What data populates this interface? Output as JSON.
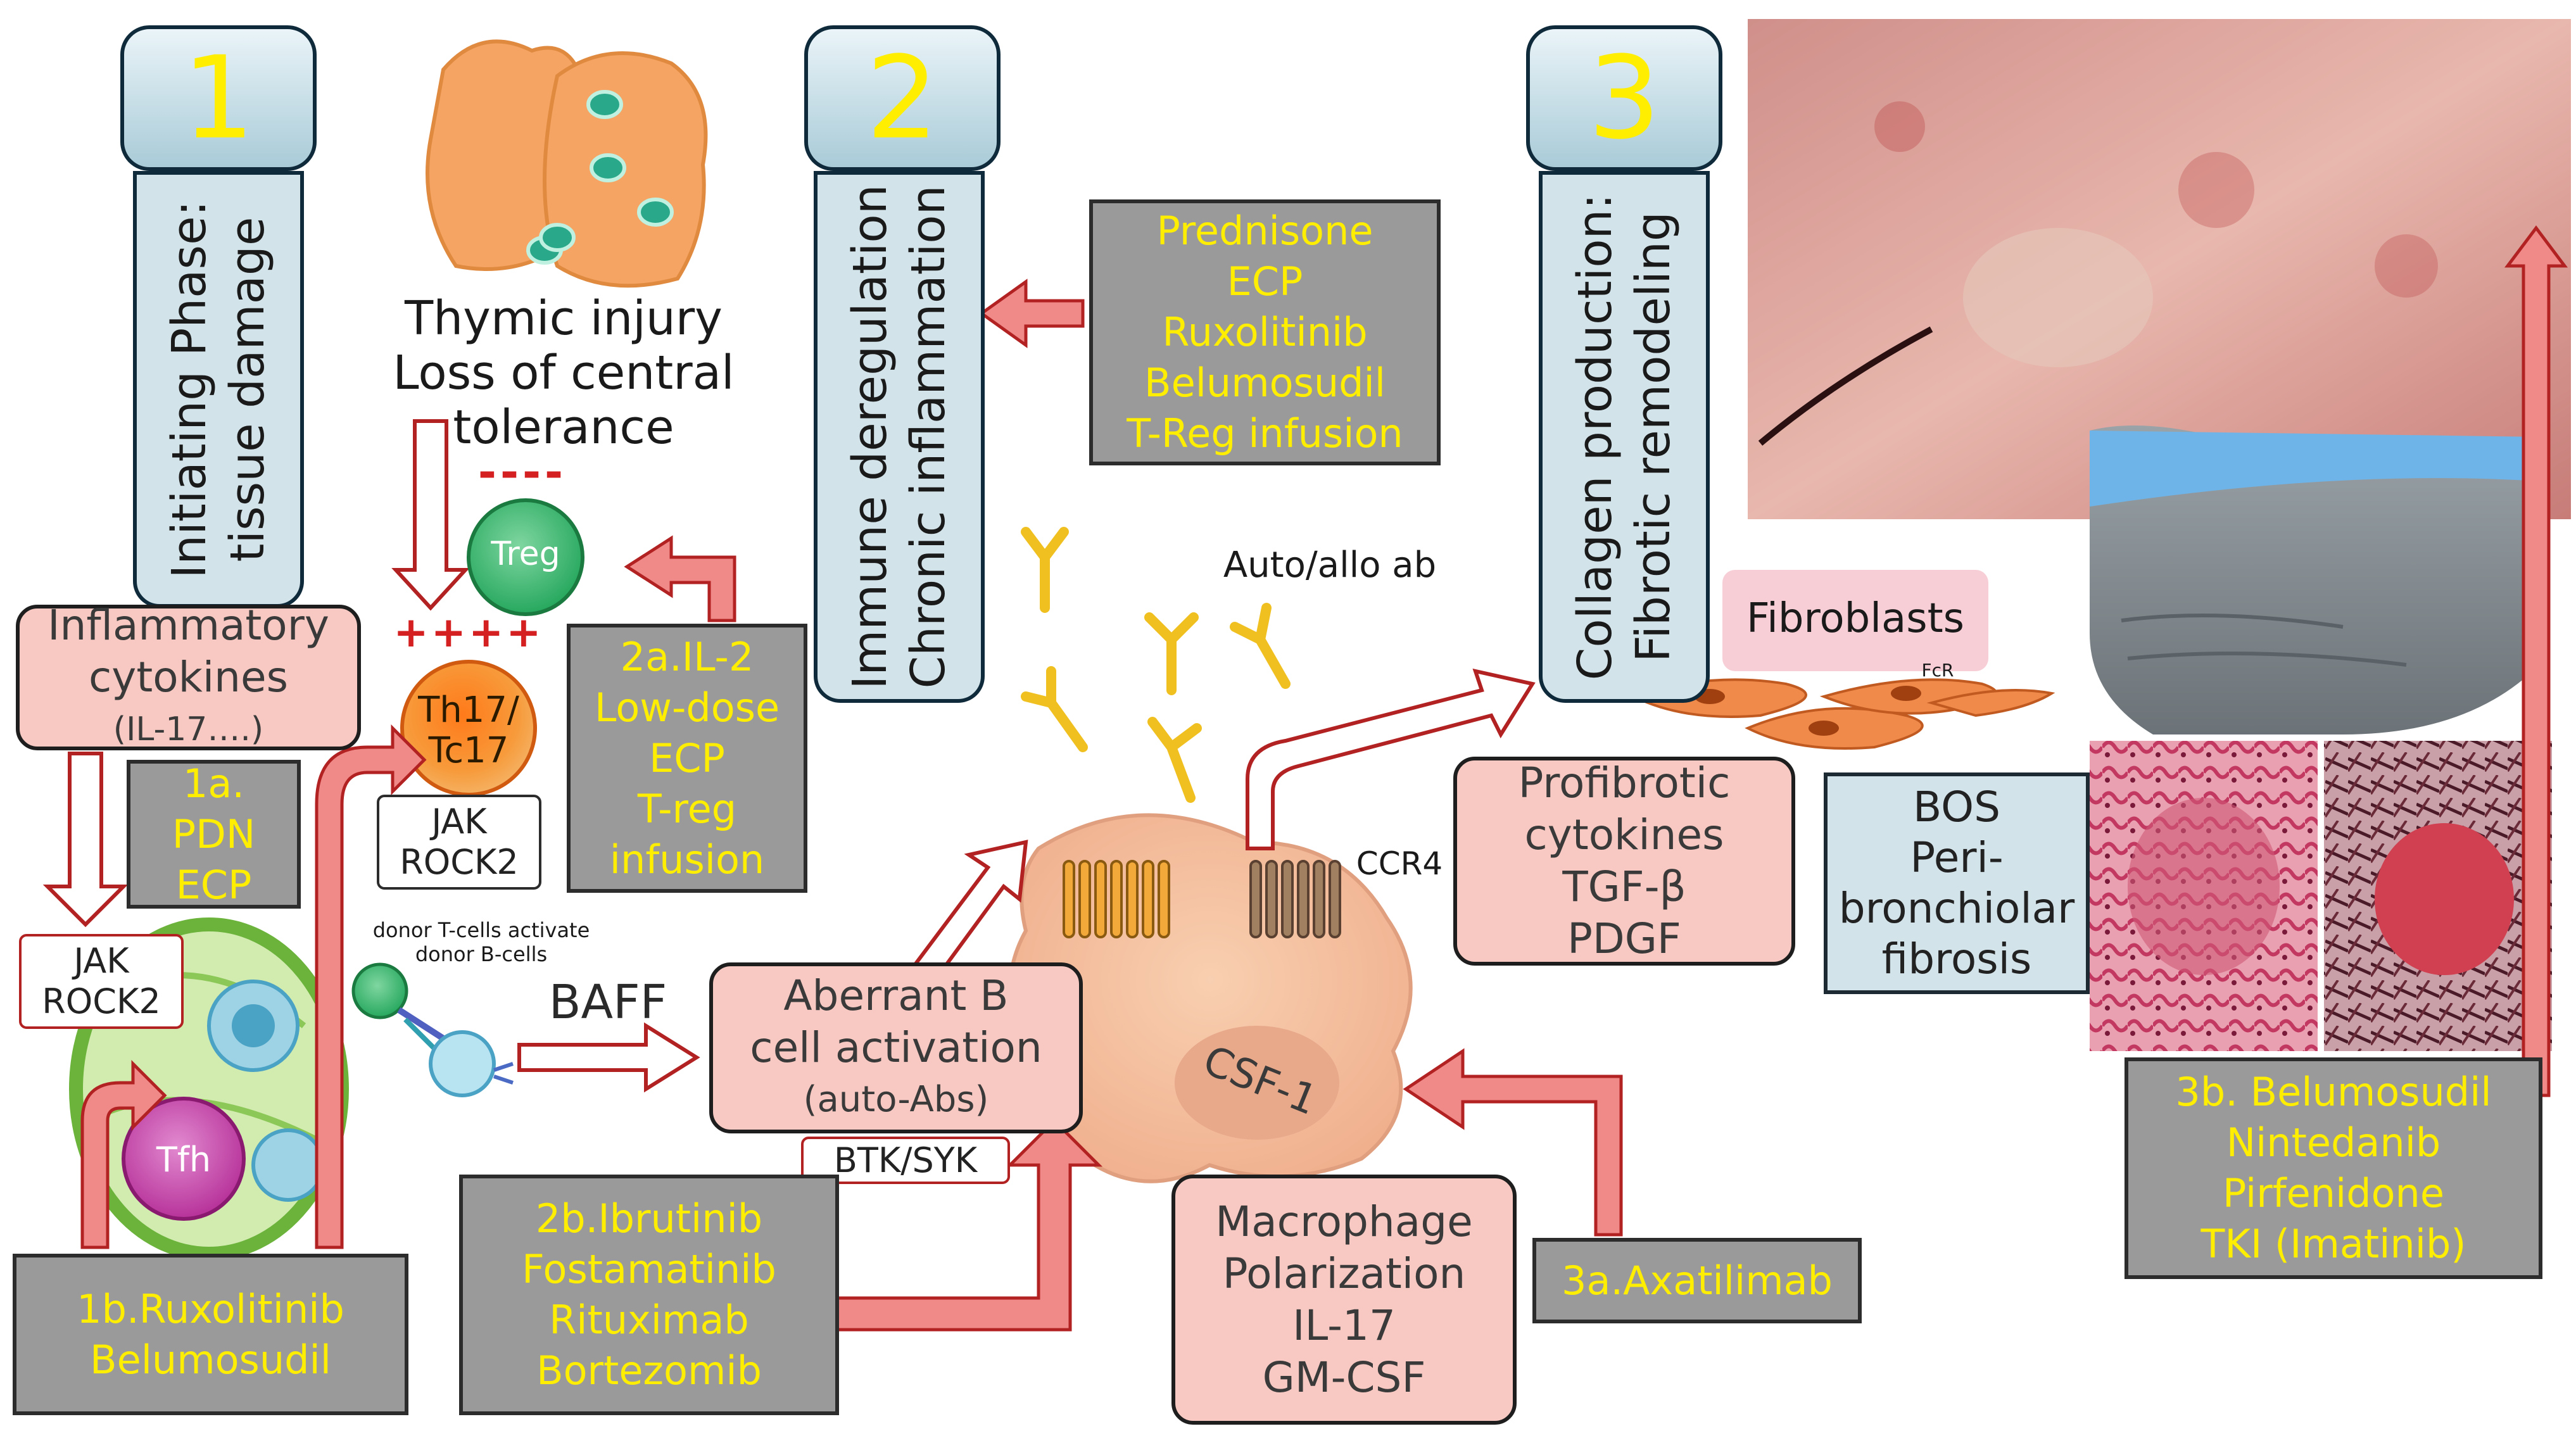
{
  "phases": [
    {
      "number": "1",
      "label_line1": "Initiating Phase:",
      "label_line2": "tissue damage"
    },
    {
      "number": "2",
      "label_line1": "Immune deregulation",
      "label_line2": "Chronic inflammation"
    },
    {
      "number": "3",
      "label_line1": "Collagen production:",
      "label_line2": "Fibrotic remodeling"
    }
  ],
  "thymic": [
    "Thymic injury",
    "Loss of central",
    "tolerance"
  ],
  "treg_minus": "----",
  "th17_plus": "++++",
  "cells": {
    "treg": "Treg",
    "th17_line1": "Th17/",
    "th17_line2": "Tc17",
    "tfh": "Tfh",
    "csf1": "CSF-1"
  },
  "inflammatory": [
    "Inflammatory",
    "cytokines",
    "(IL-17….)"
  ],
  "jak_rock2": [
    "JAK",
    "ROCK2"
  ],
  "jak_rock2_b": [
    "JAK",
    "ROCK2"
  ],
  "tx_1a": [
    "1a.",
    "PDN",
    "ECP"
  ],
  "tx_1b": [
    "1b.Ruxolitinib",
    "Belumosudil"
  ],
  "tx_2a": [
    "2a.IL-2",
    "Low-dose",
    "ECP",
    "T-reg",
    "infusion"
  ],
  "tx_2_top": [
    "Prednisone",
    "ECP",
    "Ruxolitinib",
    "Belumosudil",
    "T-Reg infusion"
  ],
  "tx_2b": [
    "2b.Ibrutinib",
    "Fostamatinib",
    "Rituximab",
    "Bortezomib"
  ],
  "tx_3a": "3a.Axatilimab",
  "tx_3b": [
    "3b. Belumosudil",
    "Nintedanib",
    "Pirfenidone",
    "TKI (Imatinib)"
  ],
  "donor_text": [
    "donor T-cells activate",
    "donor B-cells"
  ],
  "baff": "BAFF",
  "aberrant_b": [
    "Aberrant B",
    "cell activation",
    "(auto-Abs)"
  ],
  "btk_syk": "BTK/SYK",
  "auto_allo": "Auto/allo ab",
  "ccr4": "CCR4",
  "macrophage": [
    "Macrophage",
    "Polarization",
    "IL-17",
    "GM-CSF"
  ],
  "fibroblasts": "Fibroblasts",
  "fcr": "FcR",
  "profibrotic": [
    "Profibrotic",
    "cytokines",
    "TGF-β",
    "PDGF"
  ],
  "bos": [
    "BOS",
    "Peri-",
    "bronchiolar",
    "fibrosis"
  ],
  "colors": {
    "yellow_text": "#ffee00",
    "gray_box": "#9a9a9a",
    "pink_box": "#f8c9c2",
    "blue_box": "#d3e3ea",
    "red_arrow": "#f08a88",
    "dark_red": "#b32222"
  }
}
